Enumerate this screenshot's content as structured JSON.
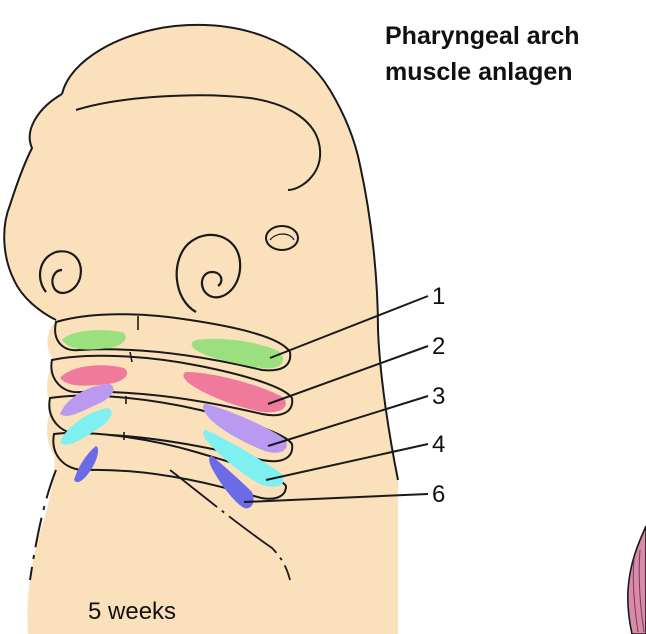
{
  "title": {
    "line1": "Pharyngeal arch",
    "line2": "muscle anlagen"
  },
  "arch_labels": [
    "1",
    "2",
    "3",
    "4",
    "6"
  ],
  "caption": "5 weeks",
  "colors": {
    "skin": "#fbe0bc",
    "outline": "#1a1a1a",
    "arch_1": "#9be07f",
    "arch_2": "#f07a9c",
    "arch_3": "#b99af0",
    "arch_4": "#7ff0f0",
    "arch_6": "#6b6be8",
    "adjacent_figure": "#d98aa8"
  }
}
